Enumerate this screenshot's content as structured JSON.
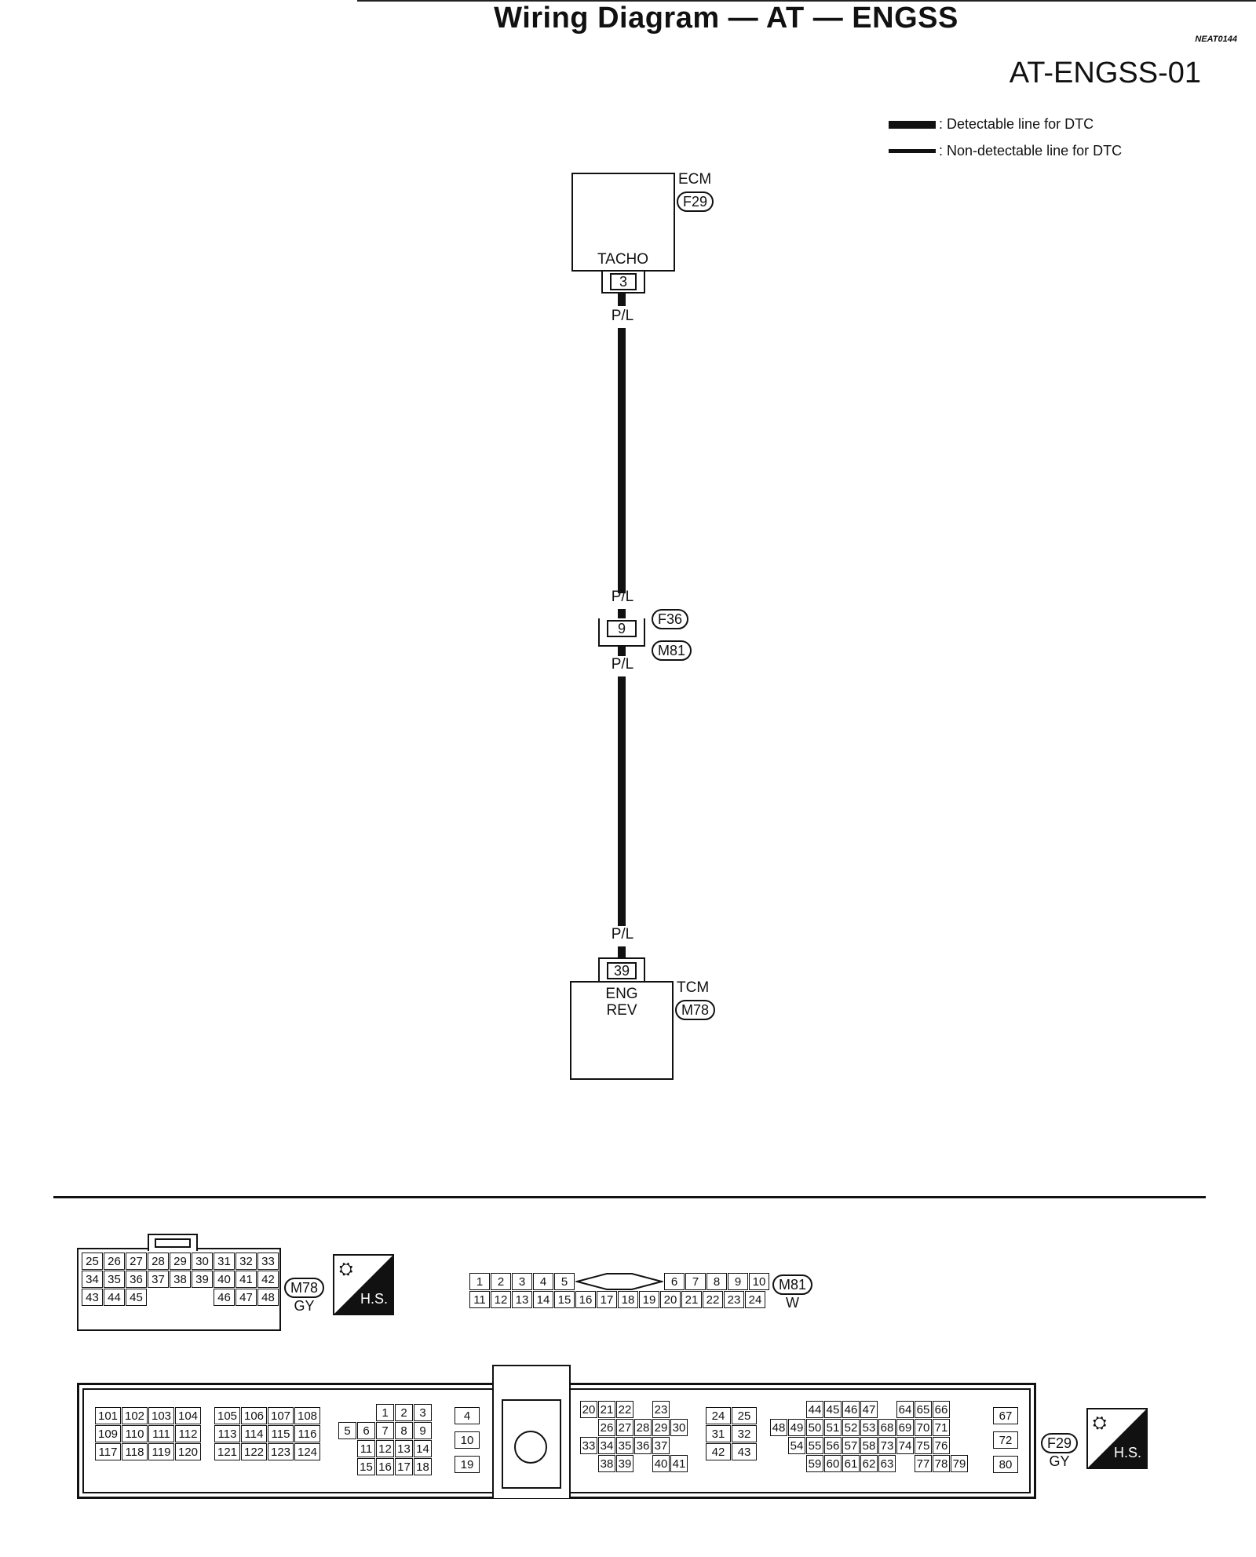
{
  "title": "Wiring Diagram — AT — ENGSS",
  "ref_code": "NEAT0144",
  "diagram_code": "AT-ENGSS-01",
  "legend": {
    "detectable": ": Detectable line for DTC",
    "non_detectable": ": Non-detectable line for DTC"
  },
  "ecm": {
    "name": "ECM",
    "connector": "F29",
    "terminal_name": "TACHO",
    "pin": "3"
  },
  "wire_colors": [
    "P/L",
    "P/L",
    "P/L",
    "P/L"
  ],
  "joint": {
    "pin": "9",
    "upper_connector": "F36",
    "lower_connector": "M81"
  },
  "tcm": {
    "name": "TCM",
    "connector": "M78",
    "terminal_name_1": "ENG",
    "terminal_name_2": "REV",
    "pin": "39"
  },
  "connectors": {
    "m78": {
      "id": "M78",
      "color": "GY",
      "rows": [
        [
          "25",
          "26",
          "27",
          "28",
          "29",
          "30",
          "31",
          "32",
          "33"
        ],
        [
          "34",
          "35",
          "36",
          "37",
          "38",
          "39",
          "40",
          "41",
          "42"
        ],
        [
          "43",
          "44",
          "45",
          "",
          "",
          "",
          "46",
          "47",
          "48"
        ]
      ]
    },
    "m81": {
      "id": "M81",
      "color": "W",
      "row1_left": [
        "1",
        "2",
        "3",
        "4",
        "5"
      ],
      "row1_right": [
        "6",
        "7",
        "8",
        "9",
        "10"
      ],
      "row2": [
        "11",
        "12",
        "13",
        "14",
        "15",
        "16",
        "17",
        "18",
        "19",
        "20",
        "21",
        "22",
        "23",
        "24"
      ]
    },
    "f29": {
      "id": "F29",
      "color": "GY",
      "blockA": [
        [
          "101",
          "102",
          "103",
          "104"
        ],
        [
          "109",
          "110",
          "111",
          "112"
        ],
        [
          "117",
          "118",
          "119",
          "120"
        ]
      ],
      "blockB": [
        [
          "105",
          "106",
          "107",
          "108"
        ],
        [
          "113",
          "114",
          "115",
          "116"
        ],
        [
          "121",
          "122",
          "123",
          "124"
        ]
      ],
      "blockC": [
        [
          "",
          "",
          "1",
          "2",
          "3"
        ],
        [
          "5",
          "6",
          "7",
          "8",
          "9"
        ],
        [
          "",
          "11",
          "12",
          "13",
          "14"
        ],
        [
          "",
          "15",
          "16",
          "17",
          "18"
        ]
      ],
      "colD": [
        "4",
        "10",
        "19"
      ],
      "blockE": [
        [
          "20",
          "21",
          "22",
          "",
          "23"
        ],
        [
          "",
          "26",
          "27",
          "28",
          "29",
          "30"
        ],
        [
          "33",
          "34",
          "35",
          "36",
          "37"
        ],
        [
          "",
          "38",
          "39",
          "",
          "40",
          "41"
        ]
      ],
      "blockF": [
        [
          "24",
          "25"
        ],
        [
          "31",
          "32"
        ],
        [
          "42",
          "43"
        ]
      ],
      "blockG": [
        [
          "",
          "",
          "44",
          "45",
          "46",
          "47",
          "",
          "64",
          "65",
          "66"
        ],
        [
          "48",
          "49",
          "50",
          "51",
          "52",
          "53",
          "68",
          "69",
          "70",
          "71"
        ],
        [
          "",
          "54",
          "55",
          "56",
          "57",
          "58",
          "73",
          "74",
          "75",
          "76"
        ],
        [
          "",
          "",
          "59",
          "60",
          "61",
          "62",
          "63",
          "",
          "77",
          "78",
          "79"
        ]
      ],
      "colH": [
        "67",
        "72",
        "80"
      ]
    },
    "hs_label": "H.S."
  }
}
